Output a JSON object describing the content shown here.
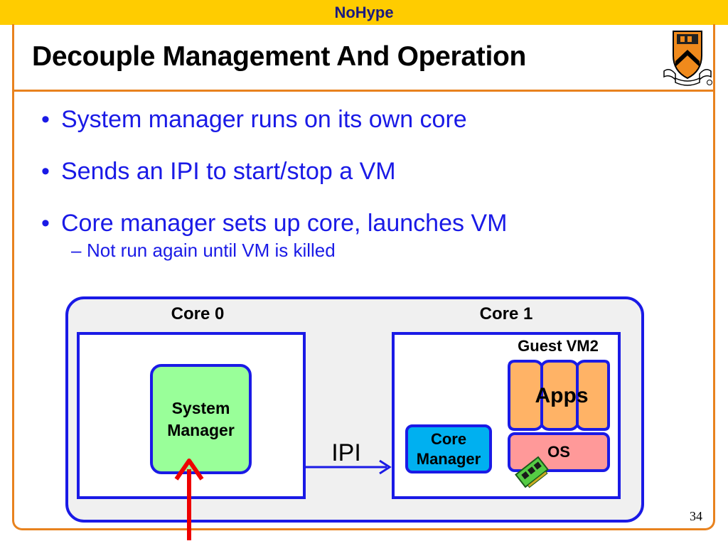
{
  "header": {
    "title": "NoHype"
  },
  "slide": {
    "title": "Decouple Management And Operation",
    "bullet_mark": "•",
    "sub_mark": "–",
    "bullets": [
      "System manager runs on its own core",
      "Sends an IPI to start/stop a VM",
      "Core manager sets up core, launches VM"
    ],
    "sub_bullet": "Not run again until VM is killed"
  },
  "diagram": {
    "core0_label": "Core 0",
    "core1_label": "Core 1",
    "system_manager": {
      "line1": "System",
      "line2": "Manager"
    },
    "ipi_label": "IPI",
    "core_manager": {
      "line1": "Core",
      "line2": "Manager"
    },
    "guest_vm_label": "Guest VM2",
    "apps_label": "Apps",
    "os_label": "OS"
  },
  "colors": {
    "banner": "#ffcc00",
    "accent_orange": "#e8821e",
    "line_blue": "#1a1ae6",
    "system_manager_fill": "#99ff99",
    "core_manager_fill": "#00b0f0",
    "apps_fill": "#ffb366",
    "os_fill": "#ff9999",
    "arrow_red": "#ee0000"
  },
  "footer": {
    "page_number": "34"
  }
}
